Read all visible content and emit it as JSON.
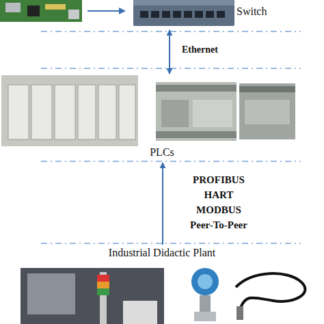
{
  "diagram": {
    "nodes": [
      {
        "text": [
          "Switch"
        ]
      },
      {
        "text": [
          "PLCs"
        ]
      },
      {
        "text": [
          "Industrial Didactic Plant"
        ]
      }
    ],
    "edges": [
      {
        "from": 0,
        "to": 1,
        "label": "Ethernet",
        "arrow": "both"
      },
      {
        "from": 2,
        "to": 1,
        "label": "PROFIBUS HART MODBUS Peer-To-Peer",
        "arrow": "to"
      }
    ]
  }
}
